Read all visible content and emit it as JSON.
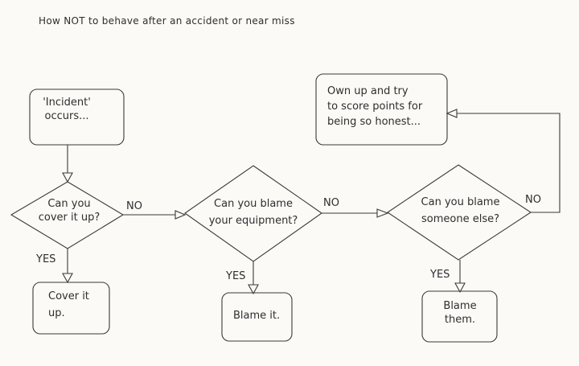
{
  "title": "How NOT to behave after an accident or near miss",
  "nodes": {
    "incident": {
      "line1": "'Incident'",
      "line2": "occurs..."
    },
    "cover_q": {
      "line1": "Can you",
      "line2": "cover it up?"
    },
    "cover_a": {
      "line1": "Cover it",
      "line2": "up."
    },
    "equip_q": {
      "line1": "Can you blame",
      "line2": "your equipment?"
    },
    "equip_a": {
      "line1": "Blame it."
    },
    "else_q": {
      "line1": "Can you blame",
      "line2": "someone else?"
    },
    "else_a": {
      "line1": "Blame",
      "line2": "them."
    },
    "own_up": {
      "line1": "Own up and try",
      "line2": "to score points for",
      "line3": "being so honest..."
    }
  },
  "edges": {
    "cover_no": "NO",
    "cover_yes": "YES",
    "equip_no": "NO",
    "equip_yes": "YES",
    "else_no": "NO",
    "else_yes": "YES"
  }
}
